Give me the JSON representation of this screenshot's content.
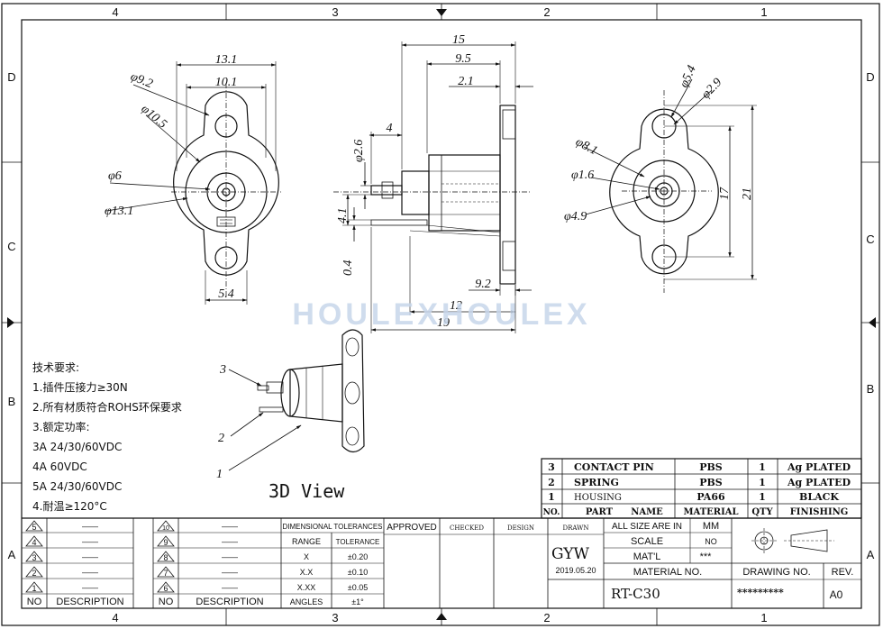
{
  "zones": {
    "columns": [
      "4",
      "3",
      "2",
      "1"
    ],
    "rows": [
      "D",
      "C",
      "B",
      "A"
    ]
  },
  "watermark": "HOULEXHOULEX",
  "front_view_left": {
    "dims": [
      "13.1",
      "10.1",
      "φ9.2",
      "φ10.5",
      "φ6",
      "φ13.1",
      "5.4"
    ]
  },
  "side_view": {
    "dims": [
      "15",
      "9.5",
      "2.1",
      "4",
      "φ2.6",
      "4.1",
      "0.4",
      "9.2",
      "12",
      "19"
    ]
  },
  "front_view_right": {
    "dims": [
      "φ5.4",
      "φ2.9",
      "φ8.1",
      "φ1.6",
      "φ4.9",
      "17",
      "21"
    ]
  },
  "notes": [
    "技术要求:",
    "1.插件压接力≥30N",
    "2.所有材质符合ROHS环保要求",
    "3.额定功率:",
    "3A  24/30/60VDC",
    "4A  60VDC",
    "5A  24/30/60VDC",
    "4.耐温≥120°C"
  ],
  "view_3d": {
    "title": "3D  View",
    "callouts": [
      "3",
      "2",
      "1"
    ]
  },
  "bom": {
    "rows": [
      {
        "no": "3",
        "part": "CONTACT PIN",
        "material": "PBS",
        "qty": "1",
        "finishing": "Ag PLATED"
      },
      {
        "no": "2",
        "part": "SPRING",
        "material": "PBS",
        "qty": "1",
        "finishing": "Ag PLATED"
      },
      {
        "no": "1",
        "part": "HOUSING",
        "material": "PA66",
        "qty": "1",
        "finishing": "BLACK"
      }
    ],
    "header": {
      "no": "NO.",
      "part": "PART",
      "name": "NAME",
      "material": "MATERIAL",
      "qty": "QTY",
      "finishing": "FINISHING"
    }
  },
  "revisions_left": {
    "numbers": [
      "5",
      "4",
      "3",
      "2",
      "1"
    ],
    "no_label": "NO",
    "desc_label": "DESCRIPTION",
    "dash": "——"
  },
  "revisions_mid": {
    "numbers": [
      "10",
      "9",
      "8",
      "7",
      "6"
    ],
    "no_label": "NO",
    "desc_label": "DESCRIPTION",
    "dash": "——"
  },
  "tolerances": {
    "title": "DIMENSIONAL TOLERANCES",
    "range_label": "RANGE",
    "tol_label": "TOLERANCE",
    "rows": [
      {
        "range": "X",
        "tol": "±0.20"
      },
      {
        "range": "X.X",
        "tol": "±0.10"
      },
      {
        "range": "X.XX",
        "tol": "±0.05"
      },
      {
        "range": "ANGLES",
        "tol": "±1°"
      }
    ]
  },
  "signoff": {
    "approved": "APPROVED",
    "checked": "CHECKED",
    "design": "DESIGN",
    "drawn": "DRAWN",
    "drawn_by": "GYW",
    "date": "2019.05.20",
    "part_no": "RT-C30"
  },
  "info": {
    "all_size": "ALL SIZE ARE IN",
    "units": "MM",
    "scale_label": "SCALE",
    "scale_value": "NO",
    "matl_label": "MAT'L",
    "matl_value": "***",
    "material_no": "MATERIAL NO.",
    "drawing_no_label": "DRAWING NO.",
    "drawing_no": "*********",
    "rev_label": "REV.",
    "rev": "A0"
  }
}
